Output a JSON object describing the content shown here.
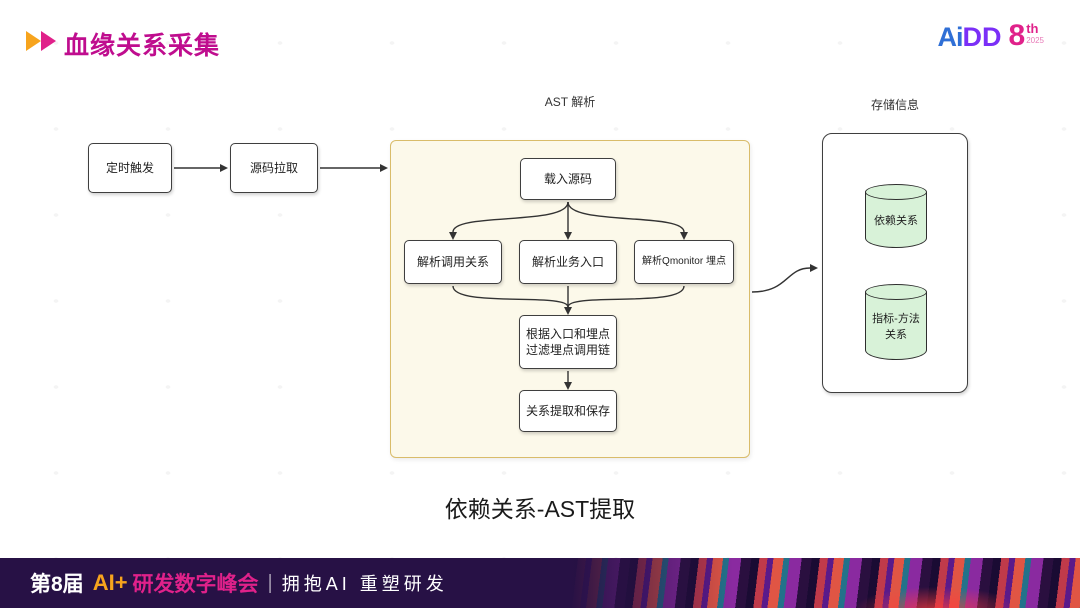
{
  "header": {
    "title": "血缘关系采集",
    "logo": {
      "brand_left": "Ai",
      "brand_right": "DD",
      "edition": "8",
      "suffix": "th",
      "year": "2025"
    }
  },
  "diagram": {
    "groups": {
      "ast": "AST 解析",
      "storage": "存储信息"
    },
    "nodes": {
      "trigger": "定时触发",
      "pull": "源码拉取",
      "load": "载入源码",
      "parse_call": "解析调用关系",
      "parse_entry": "解析业务入口",
      "parse_qmonitor": "解析Qmonitor 埋点",
      "filter": "根据入口和埋点过滤埋点调用链",
      "extract": "关系提取和保存"
    },
    "databases": [
      "依赖关系",
      "指标-方法\n关系"
    ]
  },
  "caption": "依赖关系-AST提取",
  "footer": {
    "edition": "第8届",
    "ai": "AI+",
    "summit": "研发数字峰会",
    "divider": "|",
    "slogan": "拥抱AI 重塑研发"
  },
  "colors": {
    "accent": "#bf0d8e",
    "pink": "#e0218a",
    "yellow": "#f7a41d",
    "brand_blue": "#2f6fd6",
    "brand_purple": "#7b2ff7",
    "cream": "#fcf9ea",
    "gold": "#d9bc6a",
    "green": "#d8f2d8",
    "footer_bg": "#271145",
    "line": "#333333"
  }
}
